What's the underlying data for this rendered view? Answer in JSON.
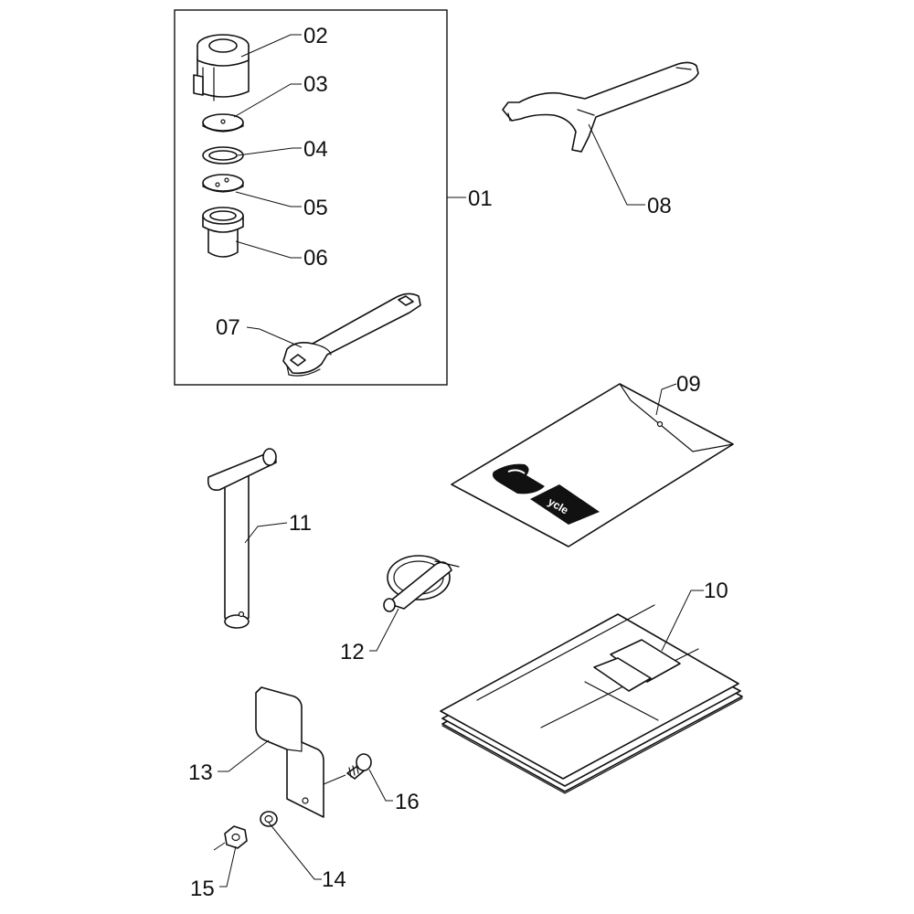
{
  "callouts": {
    "c01": "01",
    "c02": "02",
    "c03": "03",
    "c04": "04",
    "c05": "05",
    "c06": "06",
    "c07": "07",
    "c08": "08",
    "c09": "09",
    "c10": "10",
    "c11": "11",
    "c12": "12",
    "c13": "13",
    "c14": "14",
    "c15": "15",
    "c16": "16"
  },
  "brand_mark": "ycle"
}
